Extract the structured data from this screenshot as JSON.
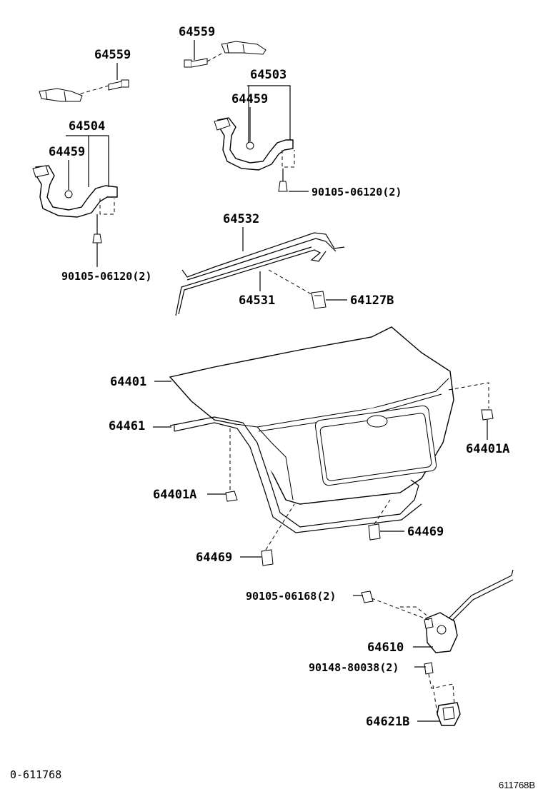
{
  "diagram": {
    "labels": {
      "p64559_a": "64559",
      "p64559_b": "64559",
      "p64503": "64503",
      "p64459_a": "64459",
      "p64504": "64504",
      "p64459_b": "64459",
      "p90105_06120_a": "90105-06120(2)",
      "p90105_06120_b": "90105-06120(2)",
      "p64532": "64532",
      "p64531": "64531",
      "p64127B": "64127B",
      "p64401": "64401",
      "p64461": "64461",
      "p64401A_a": "64401A",
      "p64401A_b": "64401A",
      "p64469_a": "64469",
      "p64469_b": "64469",
      "p90105_06168": "90105-06168(2)",
      "p64610": "64610",
      "p90148_80038": "90148-80038(2)",
      "p64621B": "64621B"
    },
    "footer": {
      "left_code": "0-611768",
      "right_code": "611768B"
    }
  }
}
